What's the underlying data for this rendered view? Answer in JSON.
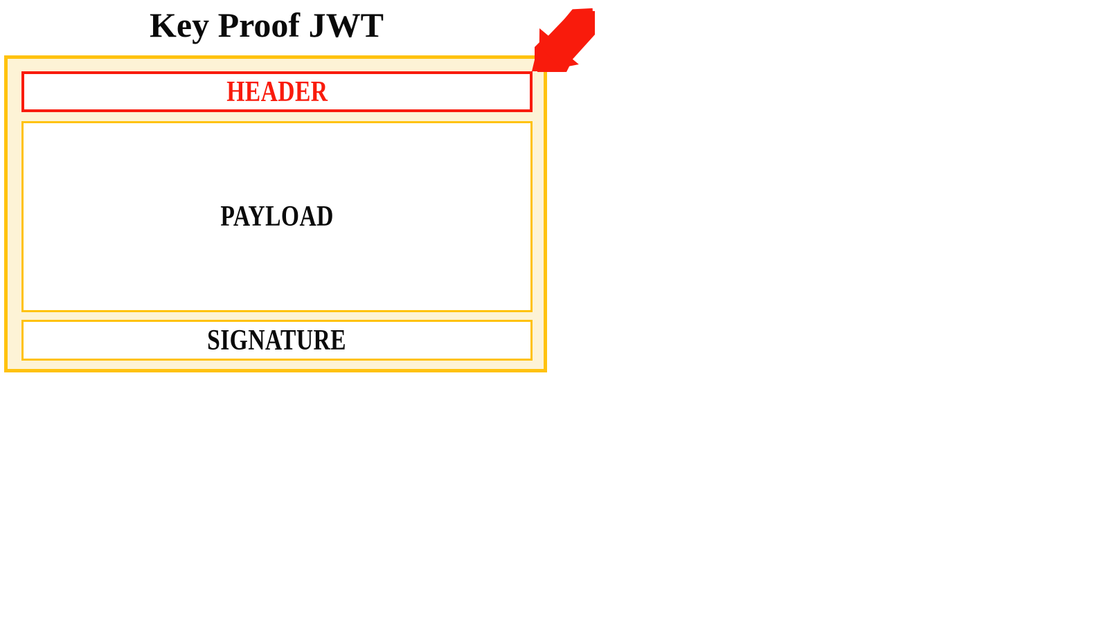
{
  "page": {
    "title": "Key Proof JWT",
    "background_color": "#ffffff"
  },
  "jwt_diagram": {
    "container_fill": "#fdf3d6",
    "container_border_color": "#ffc20e",
    "highlight_color": "#f91b0c",
    "segment_fill": "#ffffff",
    "text_color": "#0a0a0a",
    "segments": [
      {
        "label": "HEADER",
        "border_color": "#f91b0c",
        "text_color": "#f91b0c",
        "highlighted": "yes"
      },
      {
        "label": "PAYLOAD",
        "border_color": "#ffc20e",
        "text_color": "#0a0a0a",
        "highlighted": "no"
      },
      {
        "label": "SIGNATURE",
        "border_color": "#ffc20e",
        "text_color": "#0a0a0a",
        "highlighted": "no"
      }
    ]
  },
  "annotation": {
    "arrow": {
      "icon": "arrow-down-left-icon",
      "color": "#f91b0c",
      "points_to": "HEADER"
    }
  }
}
